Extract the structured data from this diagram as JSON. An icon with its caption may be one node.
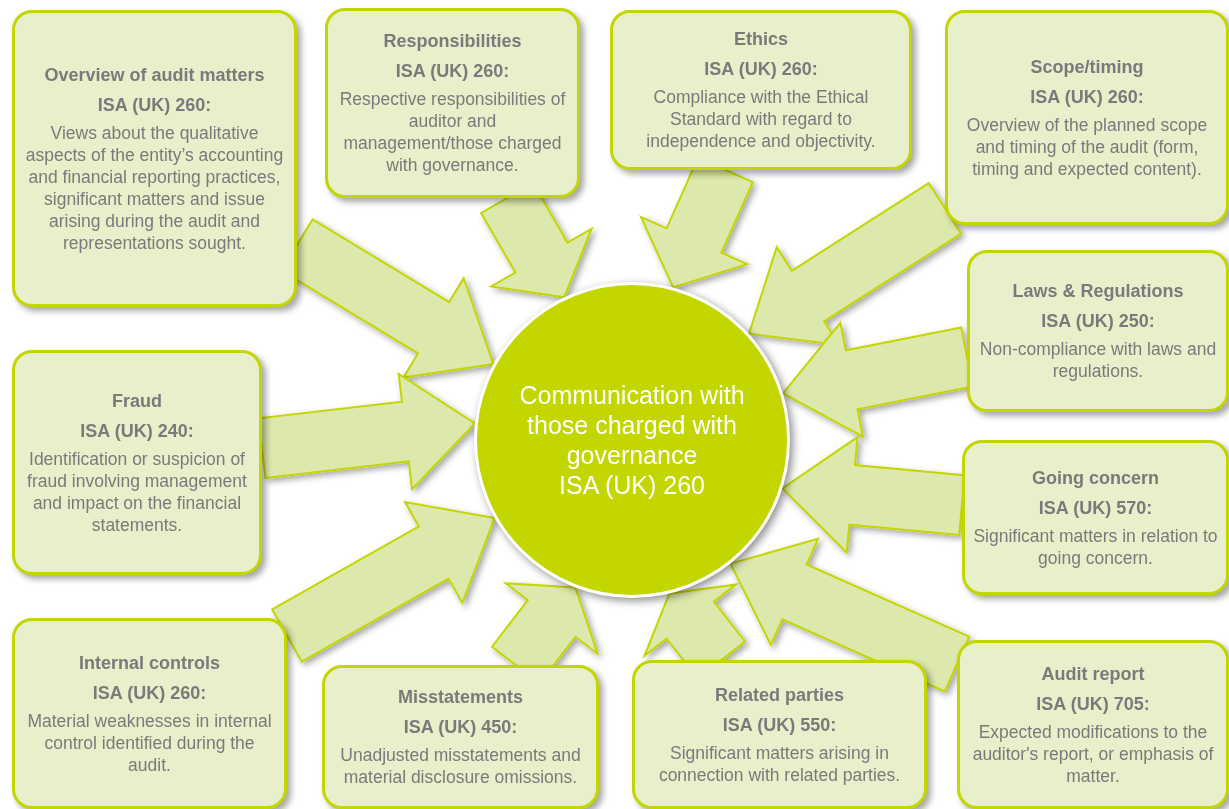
{
  "diagram": {
    "nodes": [
      {
        "text": [
          "Communication with those charged with governance",
          "ISA (UK) 260"
        ]
      },
      {
        "text": [
          "Overview of audit matters",
          "ISA (UK) 260:",
          "Views about the qualitative aspects of the entity’s accounting and financial reporting practices, significant matters and issue arising during the audit and representations sought."
        ]
      },
      {
        "text": [
          "Responsibilities",
          "ISA (UK) 260:",
          "Respective responsibilities of auditor and management/those charged with governance."
        ]
      },
      {
        "text": [
          "Ethics",
          "ISA (UK) 260:",
          "Compliance with the Ethical Standard with regard to independence and objectivity."
        ]
      },
      {
        "text": [
          "Scope/timing",
          "ISA (UK) 260:",
          "Overview of the planned scope and timing of the audit (form, timing and expected content)."
        ]
      },
      {
        "text": [
          "Laws & Regulations",
          "ISA (UK) 250:",
          "Non-compliance with laws and regulations."
        ]
      },
      {
        "text": [
          "Fraud",
          "ISA (UK) 240:",
          "Identification or suspicion of fraud involving management and impact on the financial statements."
        ]
      },
      {
        "text": [
          "Going concern",
          "ISA (UK) 570:",
          "Significant matters in relation to going concern."
        ]
      },
      {
        "text": [
          "Internal controls",
          "ISA (UK) 260:",
          "Material weaknesses in internal control identified during the audit."
        ]
      },
      {
        "text": [
          "Misstatements",
          "ISA (UK) 450:",
          "Unadjusted misstatements and material disclosure omissions."
        ]
      },
      {
        "text": [
          "Related parties",
          "ISA (UK) 550:",
          "Significant matters arising in connection with related parties."
        ]
      },
      {
        "text": [
          "Audit report",
          "ISA (UK) 705:",
          "Expected modifications to the auditor's report, or emphasis of matter."
        ]
      }
    ],
    "edges": [
      {
        "from": 1,
        "to": 0,
        "arrow": "to"
      },
      {
        "from": 2,
        "to": 0,
        "arrow": "to"
      },
      {
        "from": 3,
        "to": 0,
        "arrow": "to"
      },
      {
        "from": 4,
        "to": 0,
        "arrow": "to"
      },
      {
        "from": 5,
        "to": 0,
        "arrow": "to"
      },
      {
        "from": 6,
        "to": 0,
        "arrow": "to"
      },
      {
        "from": 7,
        "to": 0,
        "arrow": "to"
      },
      {
        "from": 8,
        "to": 0,
        "arrow": "to"
      },
      {
        "from": 9,
        "to": 0,
        "arrow": "to"
      },
      {
        "from": 10,
        "to": 0,
        "arrow": "to"
      },
      {
        "from": 11,
        "to": 0,
        "arrow": "to"
      }
    ]
  }
}
